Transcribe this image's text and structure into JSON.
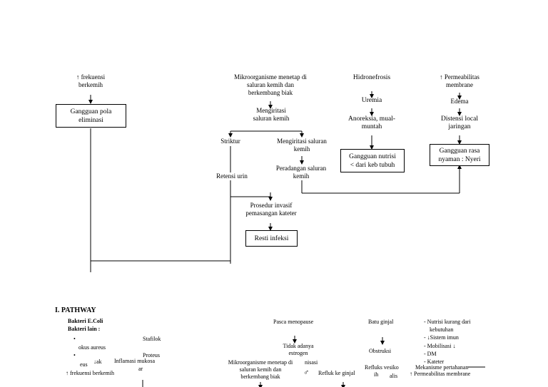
{
  "top": {
    "col1": {
      "line1": "↑ frekuensi",
      "line2": "berkemih",
      "box1": "Gangguan pola",
      "box2": "eliminasi"
    },
    "col2": {
      "micro1": "Mikroorganisme menetap di",
      "micro2": "saluran kemih dan",
      "micro3": "berkembang biak",
      "irr1": "Mengiritasi",
      "irr2": "saluran kemih",
      "striktur": "Striktur",
      "irr3": "Mengiritasi saluran",
      "irr4": "kemih",
      "perad1": "Peradangan saluran",
      "perad2": "kemih",
      "retensi": "Retensi urin",
      "pros1": "Prosedur invasif",
      "pros2": "pemasangan kateter",
      "resti": "Resti infeksi"
    },
    "col3": {
      "hidro": "Hidronefrosis",
      "uremia": "Uremia",
      "anor1": "Anoreksia, mual-",
      "anor2": "muntah",
      "box1": "Gangguan nutrisi",
      "box2": "< dari keb  tubuh"
    },
    "col4": {
      "perm1": "↑ Permeabilitas",
      "perm2": "membrane",
      "edema": "Edema",
      "dist1": "Distensi local",
      "dist2": "jaringan",
      "box1": "Gangguan rasa",
      "box2": "nyaman : Nyeri"
    }
  },
  "bottom": {
    "heading": "I. PATHWAY",
    "bakteri1": "Bakteri E.Coli",
    "bakteri2": "Bakteri lain :",
    "bullet": "•",
    "stafilok": "Stafilok",
    "okus": "okus aureus",
    "proteus": "Proteus",
    "eus": "eus",
    "ak": "↓ak",
    "inflamasi": "Inflamasi mukosa",
    "ar": "ar",
    "frek": "↑ frekuensi berkemih",
    "pasca": "Pasca menopause",
    "tidak1": "Tidak adanya",
    "tidak2": "estrogen",
    "micro1": "Mikroorganisme menetap di",
    "micro2": "saluran kemih dan",
    "micro3": "berkembang biak",
    "nisasi": "nisasi",
    "sign": "♂",
    "refluk": "Refluk ke ginjal",
    "batu": "Batu ginjal",
    "obstruksi": "Obstruksi",
    "refluks2": "Refluks vesiko",
    "ih": "ih",
    "alis": "alis",
    "nutrisi": "- Nutrisi kurang  dari",
    "kebutuhan": "kebutuhan",
    "imun": "- ↓Sistem imun",
    "mobil": "- Mobilisasi ↓",
    "dm": "- DM",
    "kateter": "- Kateter",
    "mekan": "Mekanisme pertahanan",
    "permB": "↑ Permeabilitas membrane"
  }
}
